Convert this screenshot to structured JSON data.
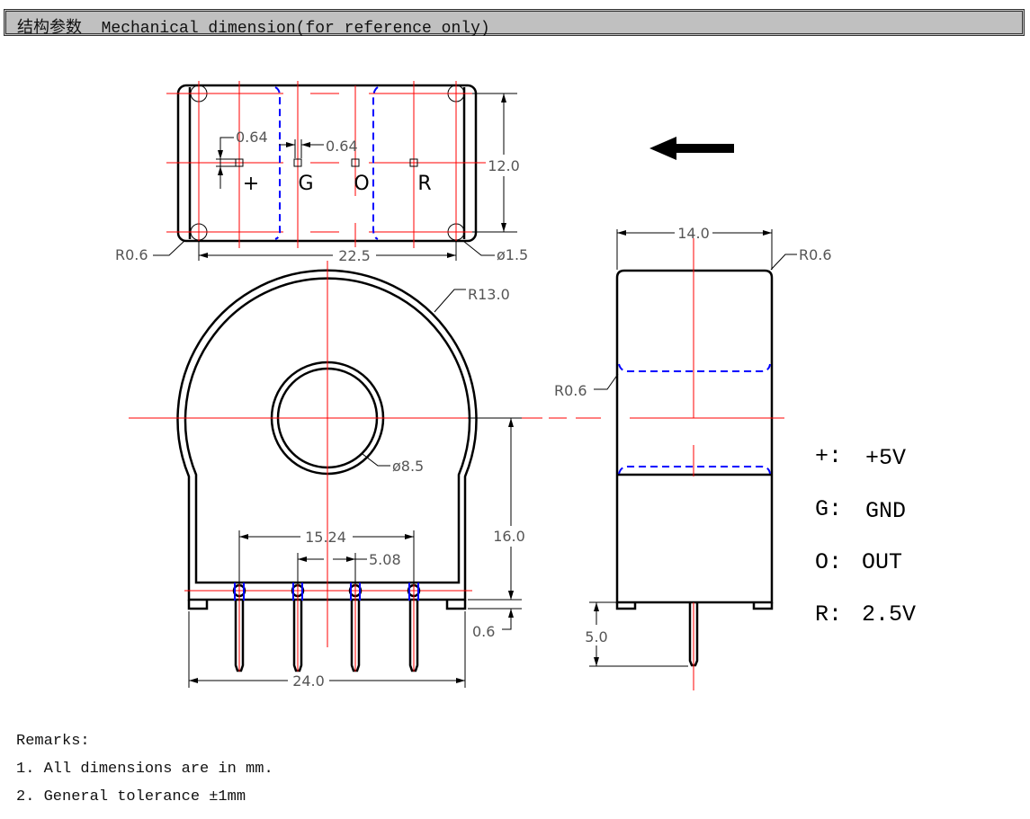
{
  "header": {
    "title": "结构参数  Mechanical dimension(for reference only)"
  },
  "top_view": {
    "pins": [
      "+",
      "G",
      "O",
      "R"
    ],
    "dims": {
      "pad_h": "0.64",
      "pad_w": "0.64",
      "height": "12.0",
      "pitch_span": "22.5",
      "corner_radius": "R0.6",
      "hole": "ø1.5"
    }
  },
  "front_view": {
    "dims": {
      "outer_radius": "R13.0",
      "hole": "ø8.5",
      "height": "16.0",
      "standoff": "0.6",
      "pin_span": "15.24",
      "pin_pitch": "5.08",
      "width": "24.0"
    }
  },
  "side_view": {
    "dims": {
      "width": "14.0",
      "radius_top": "R0.6",
      "radius_side": "R0.6",
      "pin_length": "5.0"
    }
  },
  "legend": [
    {
      "pin": "+:",
      "desc": "+5V"
    },
    {
      "pin": "G:",
      "desc": "GND"
    },
    {
      "pin": "O:",
      "desc": "OUT"
    },
    {
      "pin": "R:",
      "desc": "2.5V"
    }
  ],
  "remarks": {
    "title": "Remarks:",
    "items": [
      "1. All dimensions are in mm.",
      "2. General tolerance ±1mm"
    ]
  }
}
